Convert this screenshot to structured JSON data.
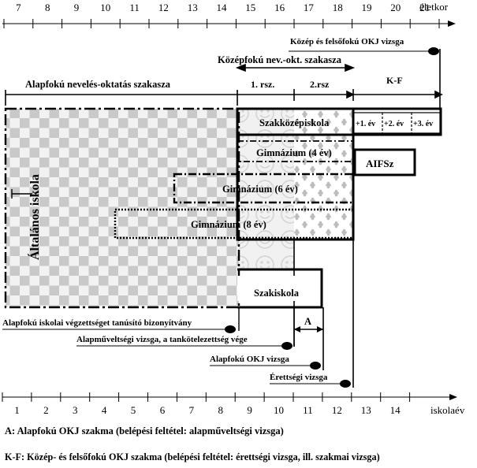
{
  "top_axis": {
    "label": "életkor",
    "ticks": [
      "7",
      "8",
      "9",
      "10",
      "11",
      "12",
      "13",
      "14",
      "15",
      "16",
      "17",
      "18",
      "19",
      "20",
      "21"
    ]
  },
  "bottom_axis": {
    "label": "iskolaév",
    "ticks": [
      "1",
      "2",
      "3",
      "4",
      "5",
      "6",
      "7",
      "8",
      "9",
      "10",
      "11",
      "12",
      "13",
      "14"
    ]
  },
  "stages": {
    "alapfoku": "Alapfokú nevelés-oktatás szakasza",
    "kozepfoku": "Középfokú nev.-okt. szakasza",
    "rsz1": "1. rsz.",
    "rsz2": "2.rsz",
    "kf": "K-F"
  },
  "schools": {
    "altalanos": "Általános iskola",
    "szakkozep": "Szakközépiskola",
    "ev1": "+1. év",
    "ev2": "+2. év",
    "ev3": "+3. év",
    "gimn4": "Gimnázium (4 év)",
    "aifsz": "AIFSz",
    "gimn6": "Gimnázium (6 év)",
    "gimn8": "Gimnázium (8 év)",
    "szakiskola": "Szakiskola",
    "a": "A"
  },
  "exams": {
    "kozep_felsofoku": "Közép és felsőfokú OKJ vizsga",
    "alapfoku_bizonyitvany": "Alapfokú iskolai végzettséget tanúsító bizonyítvány",
    "alapmuveltsegi": "Alapműveltségi vizsga, a tankötelezettség vége",
    "alapfoku_okj": "Alapfokú OKJ vizsga",
    "erettsegi": "Érettségi vizsga"
  },
  "legend": {
    "a": "A: Alapfokú OKJ szakma (belépési feltétel: alapműveltségi vizsga)",
    "kf": "K-F: Közép- és felsőfokú OKJ szakma (belépési feltétel: érettségi vizsga, ill. szakmai vizsga)"
  }
}
